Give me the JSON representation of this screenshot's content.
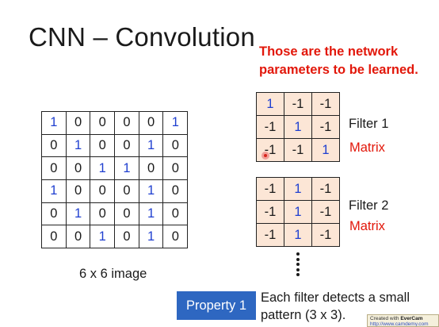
{
  "slide": {
    "title": "CNN – Convolution",
    "note": "Those are the network parameters to be learned.",
    "image_caption": "6 x 6 image",
    "property_label": "Property 1",
    "property_text": "Each filter detects a small pattern (3 x 3)."
  },
  "image_matrix": [
    [
      1,
      0,
      0,
      0,
      0,
      1
    ],
    [
      0,
      1,
      0,
      0,
      1,
      0
    ],
    [
      0,
      0,
      1,
      1,
      0,
      0
    ],
    [
      1,
      0,
      0,
      0,
      1,
      0
    ],
    [
      0,
      1,
      0,
      0,
      1,
      0
    ],
    [
      0,
      0,
      1,
      0,
      1,
      0
    ]
  ],
  "filters": [
    {
      "label": "Filter 1",
      "sublabel": "Matrix",
      "values": [
        [
          1,
          -1,
          -1
        ],
        [
          -1,
          1,
          -1
        ],
        [
          -1,
          -1,
          1
        ]
      ]
    },
    {
      "label": "Filter 2",
      "sublabel": "Matrix",
      "values": [
        [
          -1,
          1,
          -1
        ],
        [
          -1,
          1,
          -1
        ],
        [
          -1,
          1,
          -1
        ]
      ]
    }
  ],
  "watermark": {
    "prefix": "Created with",
    "brand": "EverCam",
    "url": "http://www.camdemy.com"
  },
  "colors": {
    "accent_red": "#e2170a",
    "one_blue": "#1f3fd0",
    "filter_fill": "#fce6d6",
    "property_fill": "#2e67c1"
  }
}
